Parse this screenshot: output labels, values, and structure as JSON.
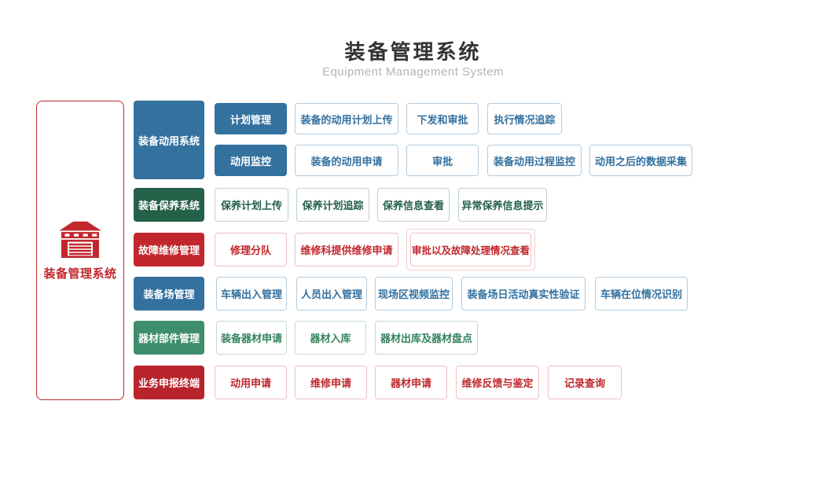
{
  "header": {
    "title": "装备管理系统",
    "subtitle": "Equipment Management System"
  },
  "root": {
    "label": "装备管理系统",
    "icon": "garage-icon"
  },
  "palette": {
    "blue": "#33719f",
    "dark_green": "#256049",
    "red": "#c1272d",
    "green": "#3e8e6d",
    "dark_red": "#b8242b",
    "title_text": "#333333",
    "subtitle_text": "#b5b5b5",
    "root_accent": "#c1272d"
  },
  "groups": [
    {
      "label": "装备动用系统",
      "color": "blue",
      "subgroups": [
        {
          "label": "计划管理",
          "items": [
            "装备的动用计划上传",
            "下发和审批",
            "执行情况追踪"
          ]
        },
        {
          "label": "动用监控",
          "items": [
            "装备的动用申请",
            "审批",
            "装备动用过程监控",
            "动用之后的数据采集"
          ]
        }
      ]
    },
    {
      "label": "装备保养系统",
      "color": "dark_green",
      "items": [
        "保养计划上传",
        "保养计划追踪",
        "保养信息查看",
        "异常保养信息提示"
      ]
    },
    {
      "label": "故障维修管理",
      "color": "red",
      "items": [
        "修理分队",
        "维修科提供维修申请",
        "审批以及故障处理情况查看"
      ]
    },
    {
      "label": "装备场管理",
      "color": "blue",
      "items": [
        "车辆出入管理",
        "人员出入管理",
        "现场区视频监控",
        "装备场日活动真实性验证",
        "车辆在位情况识别"
      ]
    },
    {
      "label": "器材部件管理",
      "color": "green",
      "items": [
        "装备器材申请",
        "器材入库",
        "器材出库及器材盘点"
      ]
    },
    {
      "label": "业务申报终端",
      "color": "dark_red",
      "items": [
        "动用申请",
        "维修申请",
        "器材申请",
        "维修反馈与鉴定",
        "记录查询"
      ]
    }
  ]
}
